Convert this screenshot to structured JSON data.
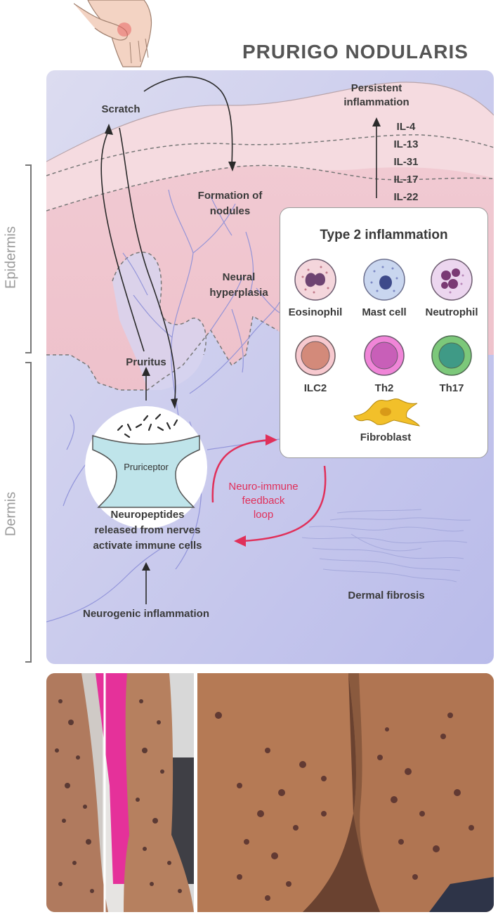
{
  "title": "PRURIGO NODULARIS",
  "layers": {
    "epidermis": "Epidermis",
    "dermis": "Dermis"
  },
  "labels": {
    "scratch": "Scratch",
    "persistent_l1": "Persistent",
    "persistent_l2": "inflammation",
    "formation_l1": "Formation of",
    "formation_l2": "nodules",
    "neural_l1": "Neural",
    "neural_l2": "hyperplasia",
    "pruritus": "Pruritus",
    "pruriceptor": "Pruriceptor",
    "neuropeptides_l1": "Neuropeptides",
    "neuropeptides_l2": "released from nerves",
    "neuropeptides_l3": "activate immune cells",
    "neurogenic": "Neurogenic inflammation",
    "dermal_fibrosis": "Dermal fibrosis",
    "loop_l1": "Neuro-immune",
    "loop_l2": "feedback",
    "loop_l3": "loop"
  },
  "cytokines": [
    "IL-4",
    "IL-13",
    "IL-31",
    "IL-17",
    "IL-22"
  ],
  "panel": {
    "title": "Type 2 inflammation",
    "cells": [
      {
        "name": "Eosinophil",
        "icon": "eosinophil-icon"
      },
      {
        "name": "Mast cell",
        "icon": "mast-cell-icon"
      },
      {
        "name": "Neutrophil",
        "icon": "neutrophil-icon"
      },
      {
        "name": "ILC2",
        "icon": "ilc2-icon"
      },
      {
        "name": "Th2",
        "icon": "th2-icon"
      },
      {
        "name": "Th17",
        "icon": "th17-icon"
      }
    ],
    "fibroblast": "Fibroblast"
  },
  "colors": {
    "epidermis_pink": "#f2c8d0",
    "dermis_lavender": "#cfd0ee",
    "loop_red": "#e0305a",
    "nerve": "#8c8fd8",
    "pruriceptor_fill": "#bfe4ea"
  }
}
